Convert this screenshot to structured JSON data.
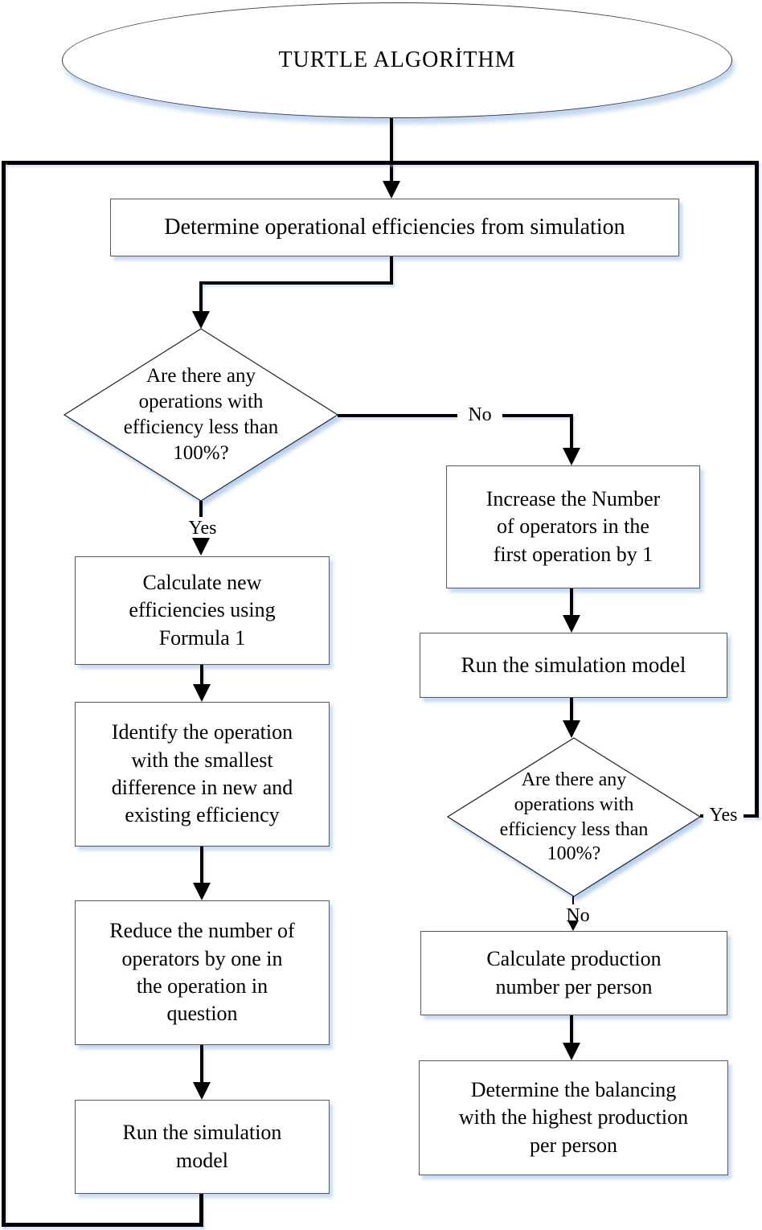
{
  "diagram": {
    "type": "flowchart",
    "title": "TURTLE ALGORİTHM",
    "nodes": {
      "start": {
        "shape": "ellipse",
        "label": "TURTLE ALGORİTHM"
      },
      "determine": {
        "shape": "rectangle",
        "label": "Determine operational efficiencies from simulation"
      },
      "diamond1": {
        "shape": "diamond",
        "label": "Are there any\noperations with\nefficiency less than\n100%?"
      },
      "calc_new": {
        "shape": "rectangle",
        "label": "Calculate new\nefficiencies using\nFormula 1"
      },
      "identify": {
        "shape": "rectangle",
        "label": "Identify the operation\nwith the smallest\ndifference in new and\nexisting efficiency"
      },
      "reduce": {
        "shape": "rectangle",
        "label": "Reduce the number of\noperators by one in\nthe operation in\nquestion"
      },
      "run_left": {
        "shape": "rectangle",
        "label": "Run the simulation\nmodel"
      },
      "increase": {
        "shape": "rectangle",
        "label": "Increase the Number\nof operators in the\nfirst operation by 1"
      },
      "run_right": {
        "shape": "rectangle",
        "label": "Run the simulation model"
      },
      "diamond2": {
        "shape": "diamond",
        "label": "Are there any\noperations with\nefficiency less than\n100%?"
      },
      "calc_prod": {
        "shape": "rectangle",
        "label": "Calculate production\nnumber per person"
      },
      "determine_bal": {
        "shape": "rectangle",
        "label": "Determine the balancing\nwith the highest production\nper person"
      }
    },
    "edge_labels": {
      "yes1": "Yes",
      "no1": "No",
      "yes2": "Yes",
      "no2": "No"
    },
    "colors": {
      "line": "#000000",
      "box_border": "#595959",
      "diamond_border": "#2b2b2b",
      "shadow": "#aac5ec",
      "background": "#ffffff",
      "text": "#000000"
    }
  }
}
